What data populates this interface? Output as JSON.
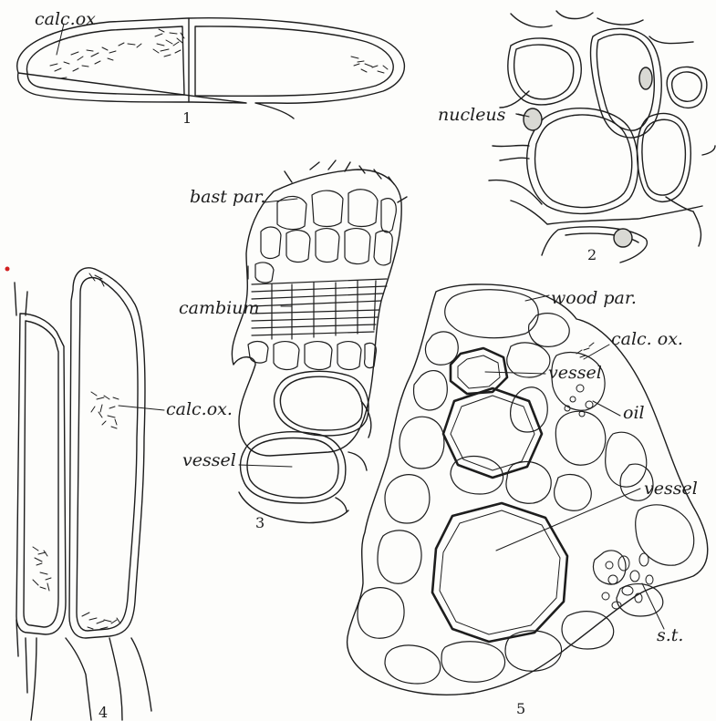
{
  "figures": [
    {
      "number": "1",
      "labels": [
        "calc.ox"
      ]
    },
    {
      "number": "2",
      "labels": [
        "nucleus"
      ]
    },
    {
      "number": "3",
      "labels": [
        "bast par.",
        "cambium",
        "vessel"
      ]
    },
    {
      "number": "4",
      "labels": [
        "calc.ox."
      ]
    },
    {
      "number": "5",
      "labels": [
        "wood par.",
        "calc. ox.",
        "vessel",
        "oil",
        "vessel",
        "s.t."
      ]
    }
  ],
  "colors": {
    "ink": "#1d1d1d",
    "paper": "#fdfdfb",
    "mark": "#d22020"
  }
}
